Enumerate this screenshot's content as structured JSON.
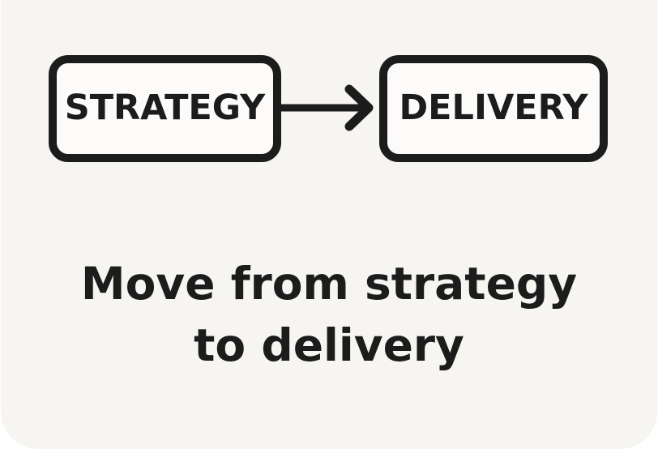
{
  "page": {
    "background": "#ffffff",
    "card_background": "#f6f5f1"
  },
  "diagram": {
    "boxes": [
      {
        "id": "strategy",
        "label": "STRATEGY"
      },
      {
        "id": "delivery",
        "label": "DELIVERY"
      }
    ],
    "connector": {
      "type": "arrow",
      "direction": "right",
      "from": "STRATEGY",
      "to": "DELIVERY"
    }
  },
  "caption": {
    "line1": "Move from strategy",
    "line2": "to delivery"
  },
  "colors": {
    "ink": "#1c1c1c",
    "box_fill": "#fcfbf9",
    "card_background": "#f6f5f1",
    "page_background": "#ffffff"
  }
}
